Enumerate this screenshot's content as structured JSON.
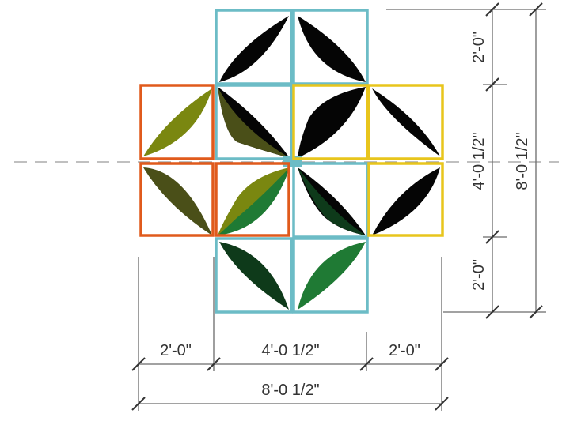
{
  "colors": {
    "frame_teal": "#6cbcc6",
    "frame_orange": "#e05a1c",
    "frame_yellow": "#e8c51c",
    "petal_black": "#050505",
    "petal_dark_green": "#0e3a1a",
    "petal_green": "#1f7a34",
    "petal_olive": "#7a8710",
    "petal_olive_dark": "#4a4f18",
    "dimension_line": "#6b6b6b",
    "center_line": "#9a9a9a"
  },
  "dimensions": {
    "horizontal": {
      "left": "2'-0\"",
      "middle": "4'-0 1/2\"",
      "right": "2'-0\"",
      "overall": "8'-0 1/2\""
    },
    "vertical": {
      "top": "2'-0\"",
      "middle": "4'-0 1/2\"",
      "bottom": "2'-0\"",
      "overall": "8'-0 1/2\""
    }
  }
}
